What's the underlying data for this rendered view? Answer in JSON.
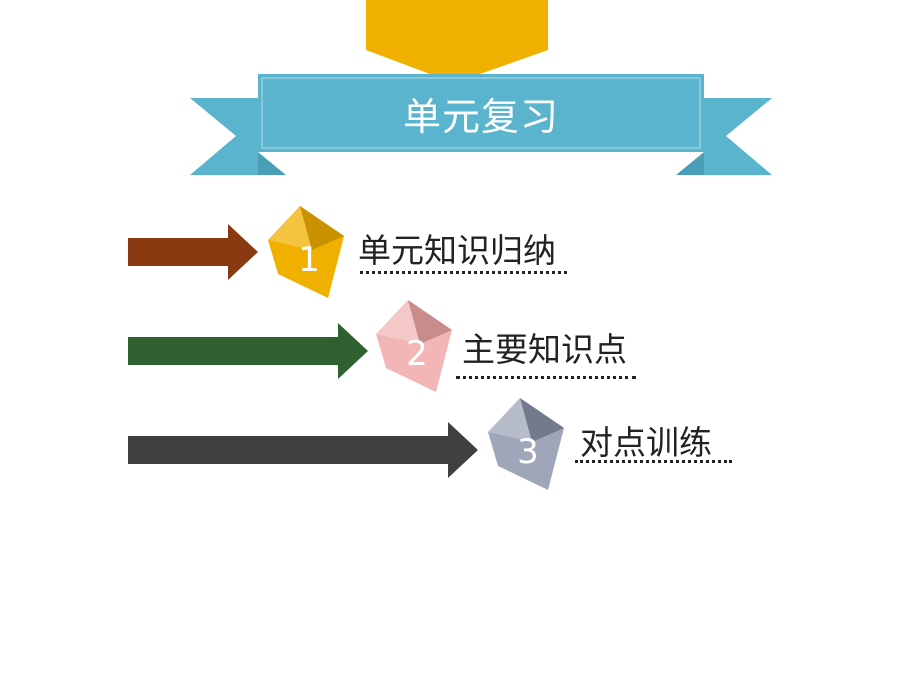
{
  "banner": {
    "title": "单元复习",
    "ribbon_color": "#5ab4cd",
    "ribbon_fold_color": "#4a9fb8",
    "tab_color": "#f0b000"
  },
  "items": [
    {
      "number": "1",
      "label": "单元知识归纳",
      "arrow_color": "#8a3a10",
      "cube_color": "#f0b000",
      "cube_dark": "#c99100"
    },
    {
      "number": "2",
      "label": "主要知识点",
      "arrow_color": "#2e6030",
      "cube_color": "#f2b6b6",
      "cube_dark": "#c98c8c"
    },
    {
      "number": "3",
      "label": "对点训练",
      "arrow_color": "#404040",
      "cube_color": "#9fa6ba",
      "cube_dark": "#737a8c"
    }
  ]
}
